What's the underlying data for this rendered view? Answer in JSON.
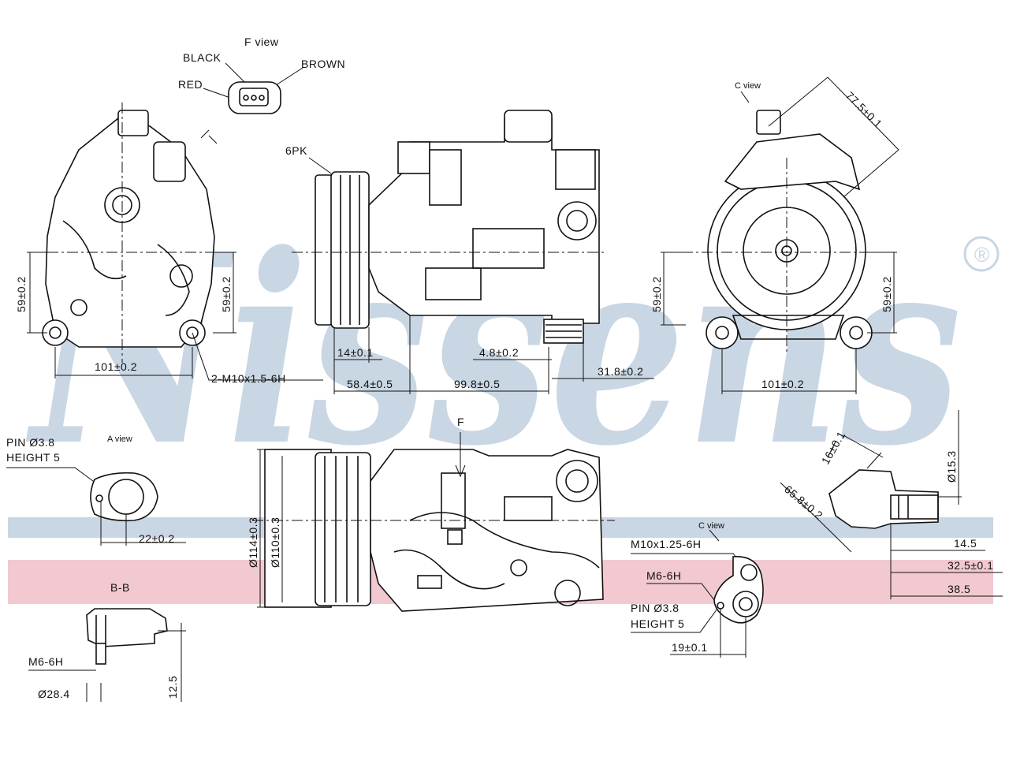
{
  "brand": {
    "watermark_text": "Nissens",
    "registered_mark": "®",
    "watermark_color": "#c9d6e3",
    "band_blue": "#c9d6e3",
    "band_pink": "#f2c9d0"
  },
  "labels": {
    "f_view": "F view",
    "black": "BLACK",
    "brown": "BROWN",
    "red": "RED",
    "rib": "6PK",
    "c_view_top": "C view",
    "dim_59_left_a": "59±0.2",
    "dim_59_left_b": "59±0.2",
    "dim_101_left": "101±0.2",
    "thread_2m10": "2-M10x1.5-6H",
    "dim_14": "14±0.1",
    "dim_4_8": "4.8±0.2",
    "dim_58_4": "58.4±0.5",
    "dim_99_8": "99.8±0.5",
    "dim_31_8": "31.8±0.2",
    "dim_77_5": "77.5±0.1",
    "dim_59_right_a": "59±0.2",
    "dim_59_right_b": "59±0.2",
    "dim_101_right": "101±0.2",
    "pin_a": "PIN Ø3.8",
    "height_a": "HEIGHT 5",
    "a_view": "A view",
    "dim_22": "22±0.2",
    "f_arrow": "F",
    "dim_114": "Ø114±0.3",
    "dim_110": "Ø110±0.3",
    "c_view": "C view",
    "m10_thread": "M10x1.25-6H",
    "m6_thread_c": "M6-6H",
    "pin_c": "PIN Ø3.8",
    "height_c": "HEIGHT 5",
    "dim_19": "19±0.1",
    "bb_view": "B-B",
    "m6_thread_b": "M6-6H",
    "dim_28_4": "Ø28.4",
    "dim_12_5": "12.5",
    "dim_16": "16±0.1",
    "dim_15_3": "Ø15.3",
    "dim_65_8": "65.8±0.2",
    "dim_14_5": "14.5",
    "dim_32_5": "32.5±0.1",
    "dim_38_5": "38.5"
  }
}
